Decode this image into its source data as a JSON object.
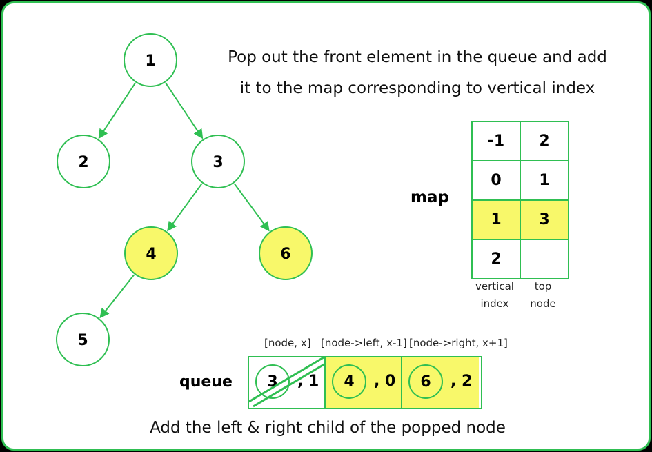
{
  "caption_top_line1": "Pop out the front element in the queue and add",
  "caption_top_line2": "it to the map corresponding to vertical index",
  "caption_bottom": "Add the  left & right child of the popped node",
  "tree": {
    "nodes": [
      {
        "id": "n1",
        "value": "1",
        "highlight": false
      },
      {
        "id": "n2",
        "value": "2",
        "highlight": false
      },
      {
        "id": "n3",
        "value": "3",
        "highlight": false
      },
      {
        "id": "n4",
        "value": "4",
        "highlight": true
      },
      {
        "id": "n6",
        "value": "6",
        "highlight": true
      },
      {
        "id": "n5",
        "value": "5",
        "highlight": false
      }
    ],
    "edges": [
      [
        "n1",
        "n2"
      ],
      [
        "n1",
        "n3"
      ],
      [
        "n3",
        "n4"
      ],
      [
        "n3",
        "n6"
      ],
      [
        "n4",
        "n5"
      ]
    ]
  },
  "map": {
    "label": "map",
    "rows": [
      {
        "index": "-1",
        "node": "2",
        "highlight": false
      },
      {
        "index": "0",
        "node": "1",
        "highlight": false
      },
      {
        "index": "1",
        "node": "3",
        "highlight": true
      },
      {
        "index": "2",
        "node": "",
        "highlight": false
      }
    ],
    "col_vertical_line1": "vertical",
    "col_vertical_line2": "index",
    "col_top_line1": "top",
    "col_top_line2": "node"
  },
  "queue": {
    "label": "queue",
    "headers": [
      "[node, x]",
      "[node->left, x-1]",
      "[node->right, x+1]"
    ],
    "cells": [
      {
        "node": "3",
        "x": ", 1",
        "highlight": false,
        "struck": true
      },
      {
        "node": "4",
        "x": ", 0",
        "highlight": true,
        "struck": false
      },
      {
        "node": "6",
        "x": ", 2",
        "highlight": true,
        "struck": false
      }
    ]
  },
  "colors": {
    "accent_green": "#2fbf52",
    "highlight_yellow": "#f8f86a",
    "frame_background": "#000000"
  }
}
